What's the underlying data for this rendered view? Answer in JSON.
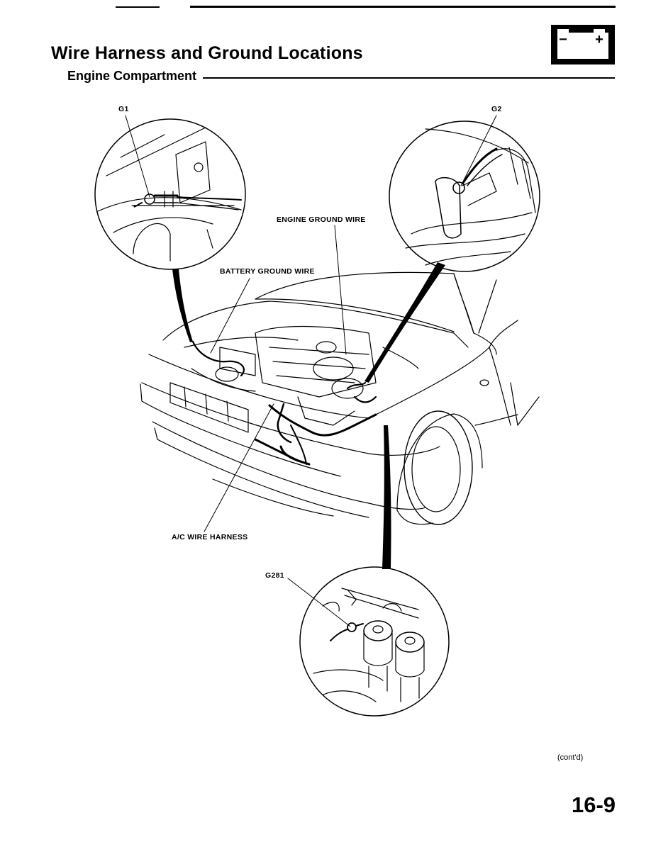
{
  "header": {
    "title": "Wire Harness and Ground Locations",
    "subtitle": "Engine Compartment",
    "section_icon": "battery-icon",
    "battery_minus": "−",
    "battery_plus": "+"
  },
  "labels": {
    "g1": "G1",
    "g2": "G2",
    "engine_ground_wire": "ENGINE GROUND WIRE",
    "battery_ground_wire": "BATTERY GROUND WIRE",
    "ac_wire_harness": "A/C WIRE HARNESS",
    "g281": "G281"
  },
  "footer": {
    "continued": "(cont'd)",
    "page_number": "16-9"
  }
}
